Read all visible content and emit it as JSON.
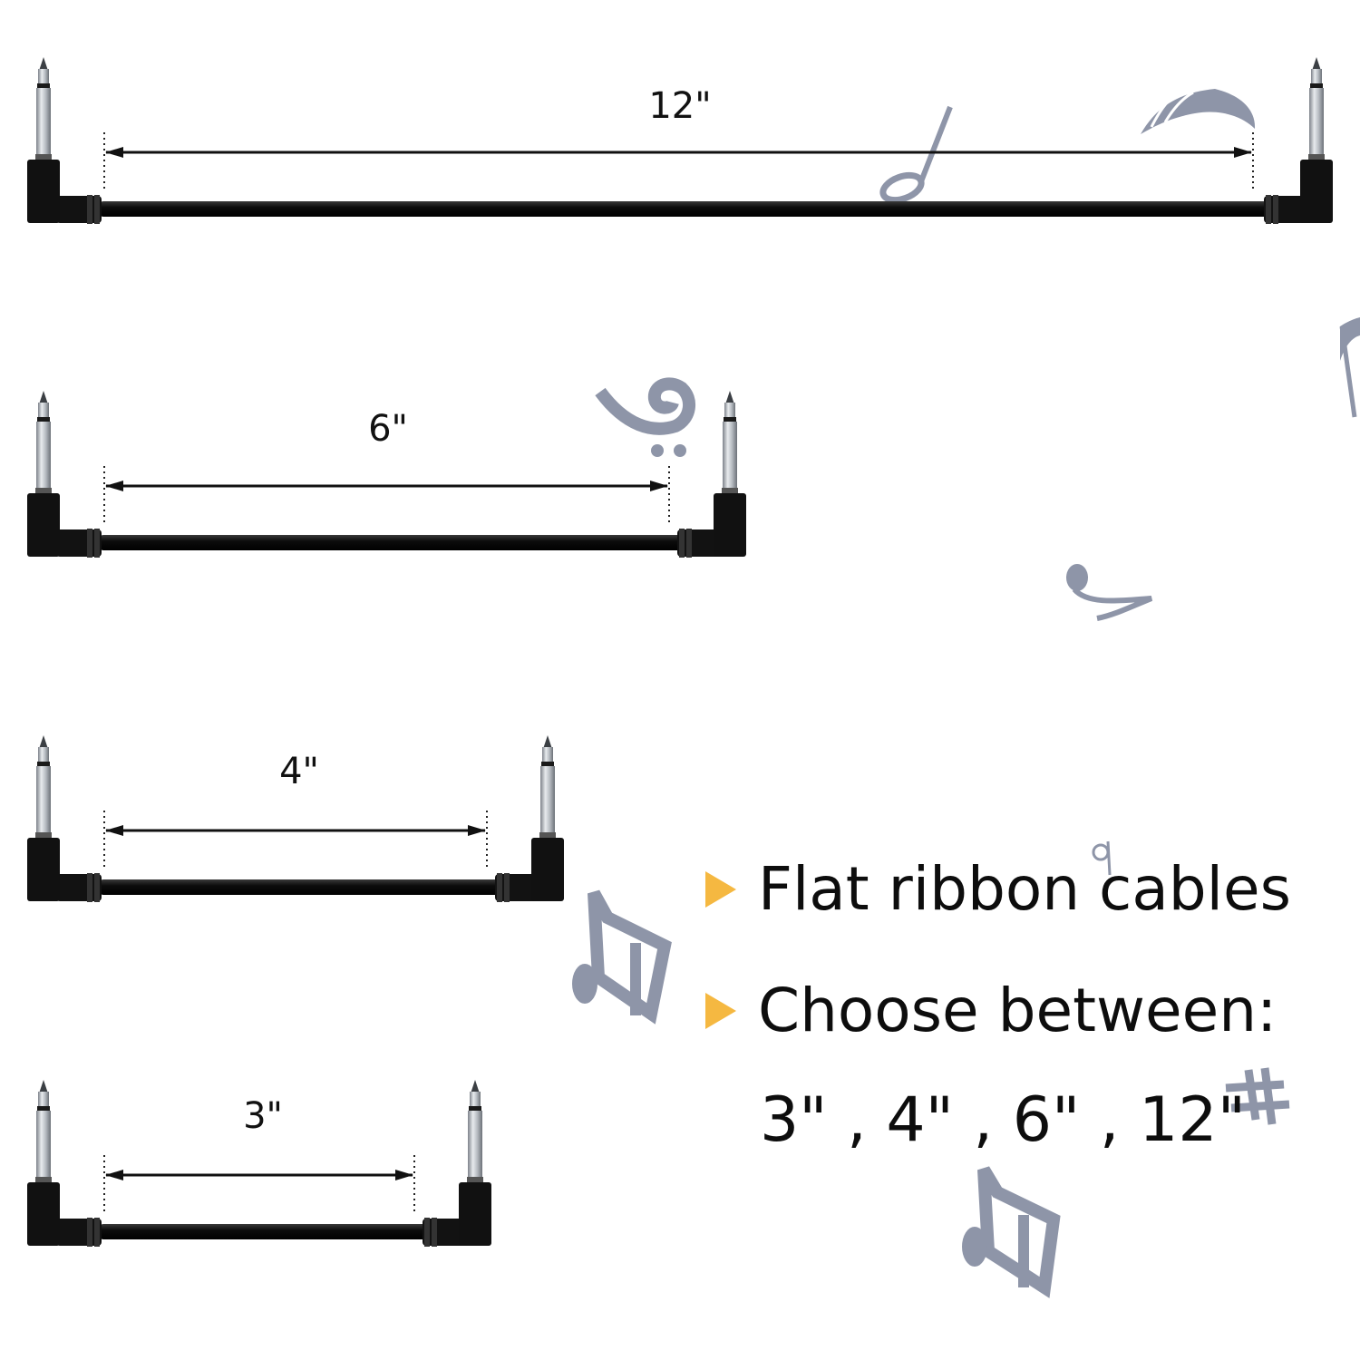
{
  "cables": [
    {
      "length_label": "12\""
    },
    {
      "length_label": "6\""
    },
    {
      "length_label": "4\""
    },
    {
      "length_label": "3\""
    }
  ],
  "features": [
    {
      "text": "Flat ribbon cables"
    },
    {
      "text": "Choose between:"
    }
  ],
  "sizes_text": "3\" , 4\" , 6\" , 12\"",
  "colors": {
    "bullet": "#F5B841",
    "cable": "#111111",
    "notes": "#8E95A8",
    "plug_metal": "#C9CDD2"
  },
  "decorations": [
    "eighth-note-icon",
    "bass-clef-icon",
    "flag-note-icon",
    "beamed-note-icon",
    "sharp-icon",
    "quarter-note-icon"
  ]
}
